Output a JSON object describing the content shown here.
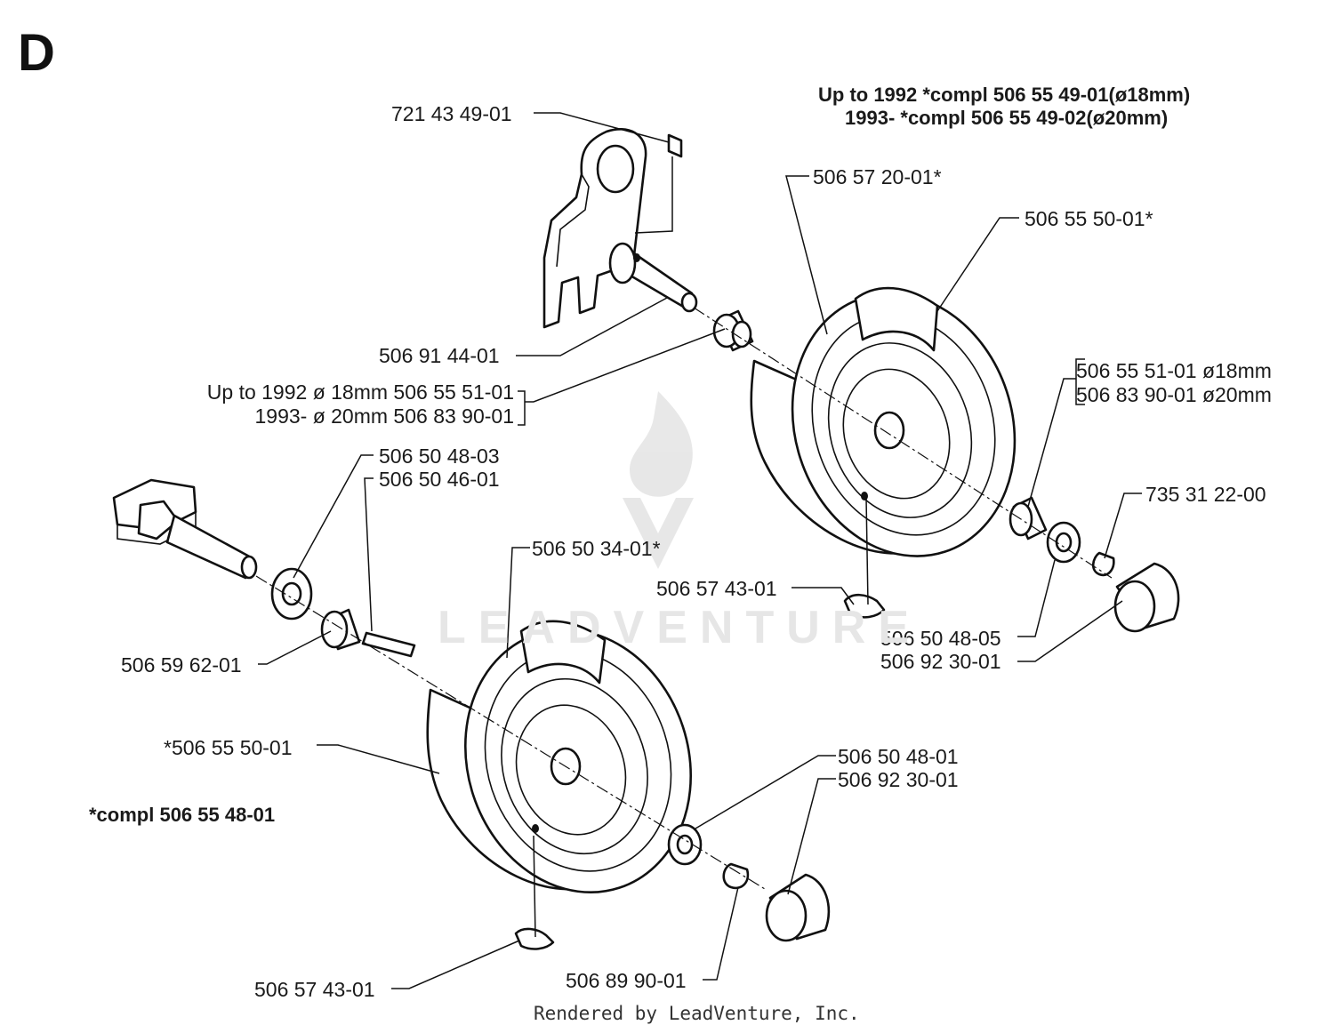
{
  "section_letter": "D",
  "header_note": {
    "line1": "Up to 1992 *compl 506 55 49-01(ø18mm)",
    "line2": "1993- *compl 506 55 49-02(ø20mm)"
  },
  "compl_note": "*compl 506 55 48-01",
  "labels": {
    "pin_top": "721 43 49-01",
    "wheel_upper_rim": "506 57 20-01*",
    "wheel_upper_tire": "506 55 50-01*",
    "axle_upper": "506 91 44-01",
    "bushing_left_1": "Up to 1992 ø 18mm 506 55 51-01",
    "bushing_left_2": "1993- ø 20mm 506 83 90-01",
    "bushing_right_1": "506 55 51-01 ø18mm",
    "bushing_right_2": "506 83 90-01 ø20mm",
    "clip_upper": "735 31 22-00",
    "washer_left_top": "506 50 48-03",
    "key": "506 50 46-01",
    "wheel_lower_rim": "506 50 34-01*",
    "valve_upper": "506 57 43-01",
    "washer_upper_right": "506 50 48-05",
    "cap_upper": "506 92 30-01",
    "bushing_lower_left": "506 59 62-01",
    "wheel_lower_tire": "*506 55 50-01",
    "washer_lower": "506 50 48-01",
    "cap_lower": "506 92 30-01",
    "valve_lower": "506 57 43-01",
    "clip_lower": "506 89 90-01"
  },
  "watermark": "LEADVENTURE",
  "footer": "Rendered by LeadVenture, Inc."
}
